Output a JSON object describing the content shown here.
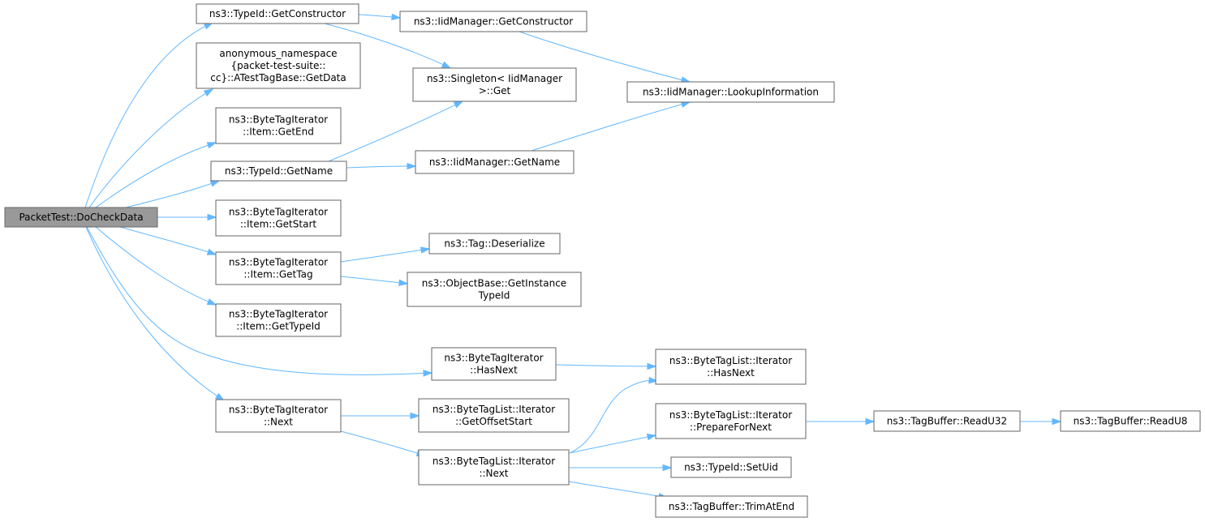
{
  "colors": {
    "edge": "#63b8ff",
    "node_border": "#666666",
    "root_fill": "#999999",
    "node_fill": "#ffffff"
  },
  "nodes": [
    {
      "id": "root",
      "lines": [
        "PacketTest::DoCheckData"
      ],
      "root": true
    },
    {
      "id": "typeid_getconstructor",
      "lines": [
        "ns3::TypeId::GetConstructor"
      ]
    },
    {
      "id": "atesttagbase_getdata",
      "lines": [
        "anonymous_namespace",
        "{packet-test-suite::",
        "cc}::ATestTagBase::GetData"
      ]
    },
    {
      "id": "item_getend",
      "lines": [
        "ns3::ByteTagIterator",
        "::Item::GetEnd"
      ]
    },
    {
      "id": "typeid_getname",
      "lines": [
        "ns3::TypeId::GetName"
      ]
    },
    {
      "id": "item_getstart",
      "lines": [
        "ns3::ByteTagIterator",
        "::Item::GetStart"
      ]
    },
    {
      "id": "item_gettag",
      "lines": [
        "ns3::ByteTagIterator",
        "::Item::GetTag"
      ]
    },
    {
      "id": "item_gettypeid",
      "lines": [
        "ns3::ByteTagIterator",
        "::Item::GetTypeId"
      ]
    },
    {
      "id": "bti_hasnext",
      "lines": [
        "ns3::ByteTagIterator",
        "::HasNext"
      ]
    },
    {
      "id": "bti_next",
      "lines": [
        "ns3::ByteTagIterator",
        "::Next"
      ]
    },
    {
      "id": "iidmanager_getconstructor",
      "lines": [
        "ns3::IidManager::GetConstructor"
      ]
    },
    {
      "id": "singleton_get",
      "lines": [
        "ns3::Singleton< IidManager",
        ">::Get"
      ]
    },
    {
      "id": "iidmanager_getname",
      "lines": [
        "ns3::IidManager::GetName"
      ]
    },
    {
      "id": "tag_deserialize",
      "lines": [
        "ns3::Tag::Deserialize"
      ]
    },
    {
      "id": "objectbase_getinstancetypeid",
      "lines": [
        "ns3::ObjectBase::GetInstance",
        "TypeId"
      ]
    },
    {
      "id": "btl_getoffsetstart",
      "lines": [
        "ns3::ByteTagList::Iterator",
        "::GetOffsetStart"
      ]
    },
    {
      "id": "btl_next",
      "lines": [
        "ns3::ByteTagList::Iterator",
        "::Next"
      ]
    },
    {
      "id": "iidmanager_lookupinformation",
      "lines": [
        "ns3::IidManager::LookupInformation"
      ]
    },
    {
      "id": "btl_hasnext",
      "lines": [
        "ns3::ByteTagList::Iterator",
        "::HasNext"
      ]
    },
    {
      "id": "btl_preparefornext",
      "lines": [
        "ns3::ByteTagList::Iterator",
        "::PrepareForNext"
      ]
    },
    {
      "id": "typeid_setuid",
      "lines": [
        "ns3::TypeId::SetUid"
      ]
    },
    {
      "id": "tagbuffer_trimatend",
      "lines": [
        "ns3::TagBuffer::TrimAtEnd"
      ]
    },
    {
      "id": "tagbuffer_readu32",
      "lines": [
        "ns3::TagBuffer::ReadU32"
      ]
    },
    {
      "id": "tagbuffer_readu8",
      "lines": [
        "ns3::TagBuffer::ReadU8"
      ]
    }
  ],
  "edges": [
    {
      "from": "root",
      "to": "typeid_getconstructor"
    },
    {
      "from": "root",
      "to": "atesttagbase_getdata"
    },
    {
      "from": "root",
      "to": "item_getend"
    },
    {
      "from": "root",
      "to": "typeid_getname"
    },
    {
      "from": "root",
      "to": "item_getstart"
    },
    {
      "from": "root",
      "to": "item_gettag"
    },
    {
      "from": "root",
      "to": "item_gettypeid"
    },
    {
      "from": "root",
      "to": "bti_hasnext"
    },
    {
      "from": "root",
      "to": "bti_next"
    },
    {
      "from": "typeid_getconstructor",
      "to": "iidmanager_getconstructor"
    },
    {
      "from": "typeid_getconstructor",
      "to": "singleton_get"
    },
    {
      "from": "iidmanager_getconstructor",
      "to": "iidmanager_lookupinformation"
    },
    {
      "from": "typeid_getname",
      "to": "singleton_get"
    },
    {
      "from": "typeid_getname",
      "to": "iidmanager_getname"
    },
    {
      "from": "iidmanager_getname",
      "to": "iidmanager_lookupinformation"
    },
    {
      "from": "item_gettag",
      "to": "tag_deserialize"
    },
    {
      "from": "item_gettag",
      "to": "objectbase_getinstancetypeid"
    },
    {
      "from": "bti_hasnext",
      "to": "btl_hasnext"
    },
    {
      "from": "bti_next",
      "to": "btl_getoffsetstart"
    },
    {
      "from": "bti_next",
      "to": "btl_next"
    },
    {
      "from": "btl_next",
      "to": "btl_hasnext"
    },
    {
      "from": "btl_next",
      "to": "btl_preparefornext"
    },
    {
      "from": "btl_next",
      "to": "typeid_setuid"
    },
    {
      "from": "btl_next",
      "to": "tagbuffer_trimatend"
    },
    {
      "from": "btl_preparefornext",
      "to": "tagbuffer_readu32"
    },
    {
      "from": "tagbuffer_readu32",
      "to": "tagbuffer_readu8"
    }
  ]
}
